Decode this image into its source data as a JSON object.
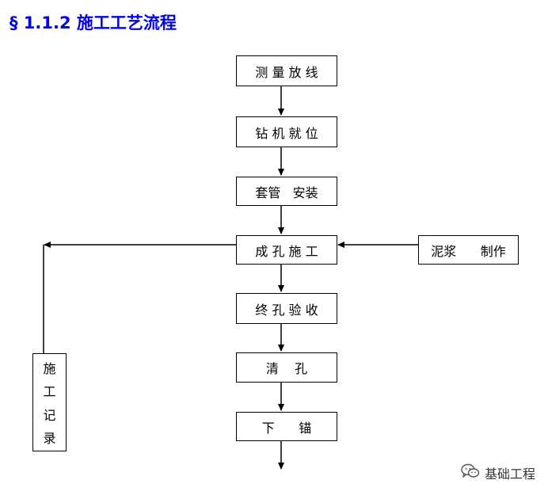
{
  "title": "§ 1.1.2 施工工艺流程",
  "steps": {
    "survey": "测 量 放 线",
    "rig_position": "钻 机 就 位",
    "casing": "套管   安装",
    "drilling": "成 孔 施 工",
    "final_hole": "终 孔 验 收",
    "cleaning": "清    孔",
    "anchor": "下      锚"
  },
  "side": {
    "mud": "泥浆      制作",
    "record": [
      "施",
      "工",
      "记",
      "录"
    ]
  },
  "watermark": "基础工程",
  "icons": {
    "watermark_icon": "wechat-icon"
  }
}
